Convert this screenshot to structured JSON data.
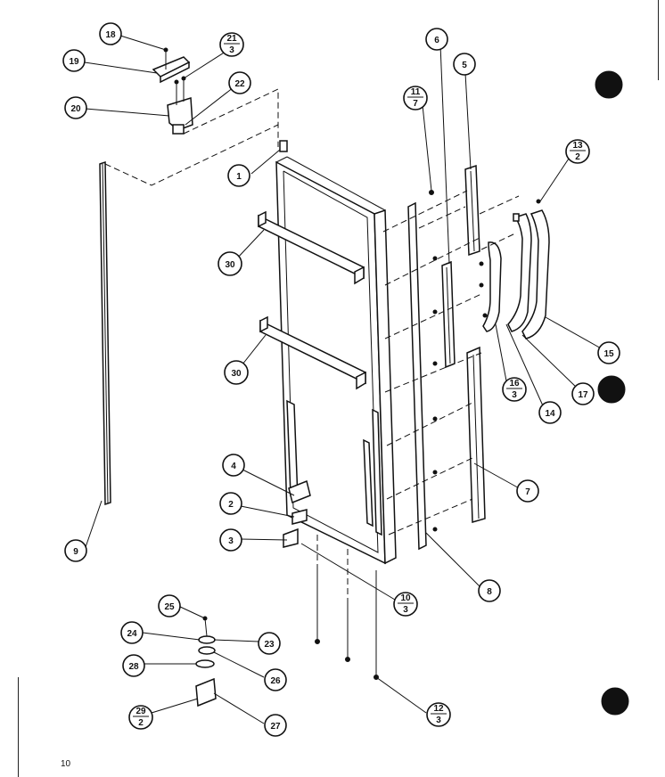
{
  "page_number": "10",
  "callouts": {
    "c1": "1",
    "c2": "2",
    "c3": "3",
    "c4": "4",
    "c5": "5",
    "c6": "6",
    "c7": "7",
    "c8": "8",
    "c9": "9",
    "c14": "14",
    "c15": "15",
    "c17": "17",
    "c18": "18",
    "c19": "19",
    "c20": "20",
    "c22": "22",
    "c23": "23",
    "c24": "24",
    "c25": "25",
    "c26": "26",
    "c27": "27",
    "c28": "28",
    "c30a": "30",
    "c30b": "30"
  },
  "fractions": {
    "f21": {
      "top": "21",
      "bottom": "3"
    },
    "f11": {
      "top": "11",
      "bottom": "7"
    },
    "f13": {
      "top": "13",
      "bottom": "2"
    },
    "f16": {
      "top": "16",
      "bottom": "3"
    },
    "f10": {
      "top": "10",
      "bottom": "3"
    },
    "f12": {
      "top": "12",
      "bottom": "3"
    },
    "f29": {
      "top": "29",
      "bottom": "2"
    }
  }
}
